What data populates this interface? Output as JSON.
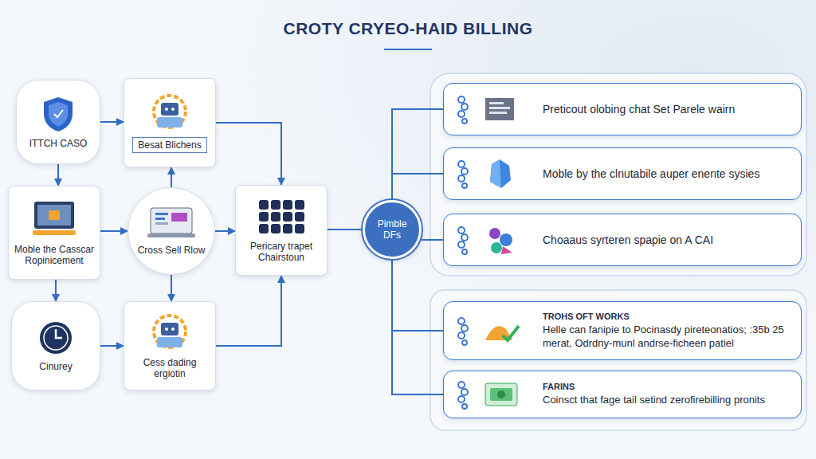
{
  "diagram": {
    "title": "CROTY CRYEO-HAID BILLING",
    "nodes": [
      {
        "text": [
          "ITTCH CASO"
        ]
      },
      {
        "text": [
          "Besat Blichens"
        ]
      },
      {
        "text": [
          "Moble the Casscar Ropinicement"
        ]
      },
      {
        "text": [
          "Cross Sell Rlow"
        ]
      },
      {
        "text": [
          "Pericary trapet Chairstoun"
        ]
      },
      {
        "text": [
          "Cinurey"
        ]
      },
      {
        "text": [
          "Cess dading ergiotin"
        ]
      },
      {
        "text": [
          "Pimble DFs"
        ]
      },
      {
        "text": [
          "Preticout olobing chat Set Parele wairn"
        ]
      },
      {
        "text": [
          "Moble by the clnutabile auper enente sysies"
        ]
      },
      {
        "text": [
          "Choaaus syrteren spapie on A CAI"
        ]
      },
      {
        "text": [
          "TROHS OFT WORKS",
          "Helle can fanipie to Pocinasdy pireteonatios; :35b 25 merat, Odrdny-munl andrse-ficheen patiel"
        ]
      },
      {
        "text": [
          "FARINS",
          "Coinsct that fage tail setind zerofirebilling pronits"
        ]
      }
    ],
    "edges": [
      {
        "from": 0,
        "to": 1,
        "arrow": "to"
      },
      {
        "from": 0,
        "to": 2,
        "arrow": "to"
      },
      {
        "from": 2,
        "to": 5,
        "arrow": "to"
      },
      {
        "from": 3,
        "to": 1,
        "arrow": "to"
      },
      {
        "from": 3,
        "to": 6,
        "arrow": "to"
      },
      {
        "from": 2,
        "to": 3,
        "arrow": "to"
      },
      {
        "from": 3,
        "to": 4,
        "arrow": "to"
      },
      {
        "from": 5,
        "to": 6,
        "arrow": "to"
      },
      {
        "from": 1,
        "to": 4,
        "arrow": "to"
      },
      {
        "from": 6,
        "to": 4,
        "arrow": "to"
      },
      {
        "from": 4,
        "to": 7,
        "arrow": "none"
      },
      {
        "from": 7,
        "to": 8,
        "arrow": "none"
      },
      {
        "from": 7,
        "to": 9,
        "arrow": "none"
      },
      {
        "from": 7,
        "to": 10,
        "arrow": "none"
      },
      {
        "from": 7,
        "to": 11,
        "arrow": "none"
      },
      {
        "from": 7,
        "to": 12,
        "arrow": "none"
      }
    ]
  }
}
